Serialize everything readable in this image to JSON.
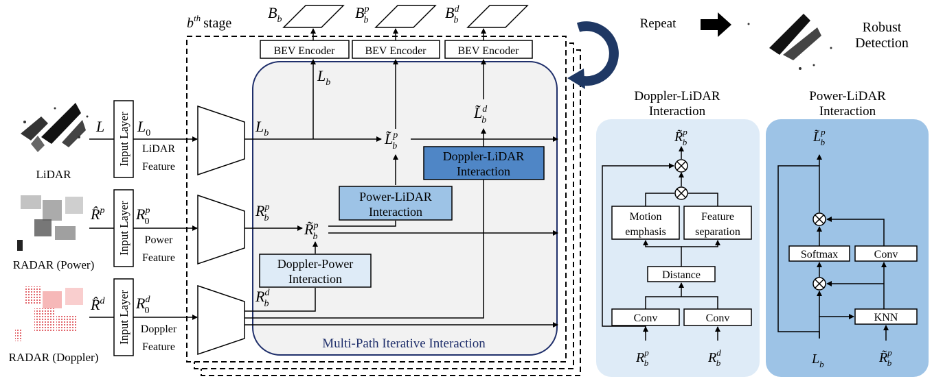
{
  "stage_label": {
    "main": "b",
    "sup": "th",
    "suffix": "stage"
  },
  "repeat_label": "Repeat",
  "robust_detection": {
    "line1": "Robust",
    "line2": "Detection"
  },
  "inputs": {
    "lidar": {
      "caption": "LiDAR",
      "symbol": "L",
      "output": {
        "base": "L",
        "sub": "0"
      },
      "feature_line1": "LiDAR",
      "feature_line2": "Feature"
    },
    "power": {
      "caption": "RADAR (Power)",
      "symbol": {
        "base": "R̂",
        "sup": "p"
      },
      "output": {
        "base": "R",
        "sub": "0",
        "sup": "p"
      },
      "feature_line1": "Power",
      "feature_line2": "Feature"
    },
    "doppler": {
      "caption": "RADAR (Doppler)",
      "symbol": {
        "base": "R̂",
        "sup": "d"
      },
      "output": {
        "base": "R",
        "sub": "0",
        "sup": "d"
      },
      "feature_line1": "Doppler",
      "feature_line2": "Feature"
    }
  },
  "input_layer_label": "Input Layer",
  "bev": {
    "encoder_label": "BEV Encoder",
    "outputs": [
      {
        "base": "B",
        "sub": "b",
        "sup": ""
      },
      {
        "base": "B",
        "sub": "b",
        "sup": "p"
      },
      {
        "base": "B",
        "sub": "b",
        "sup": "d"
      }
    ]
  },
  "symbols": {
    "Lb": {
      "base": "L",
      "sub": "b"
    },
    "Rbp": {
      "base": "R",
      "sub": "b",
      "sup": "p"
    },
    "Rbd": {
      "base": "R",
      "sub": "b",
      "sup": "d"
    },
    "Rtbp": {
      "base": "R̃",
      "sub": "b",
      "sup": "p"
    },
    "Ltbp": {
      "base": "L̃",
      "sub": "b",
      "sup": "p"
    },
    "Ltbd": {
      "base": "L̃",
      "sub": "b",
      "sup": "d"
    }
  },
  "modules": {
    "doppler_lidar": {
      "line1": "Doppler-LiDAR",
      "line2": "Interaction"
    },
    "power_lidar": {
      "line1": "Power-LiDAR",
      "line2": "Interaction"
    },
    "doppler_power": {
      "line1": "Doppler-Power",
      "line2": "Interaction"
    }
  },
  "mpii_label": "Multi-Path Iterative Interaction",
  "panel_dl": {
    "title_line1": "Doppler-LiDAR",
    "title_line2": "Interaction",
    "motion": {
      "line1": "Motion",
      "line2": "emphasis"
    },
    "feature": {
      "line1": "Feature",
      "line2": "separation"
    },
    "distance": "Distance",
    "conv": "Conv"
  },
  "panel_pl": {
    "title_line1": "Power-LiDAR",
    "title_line2": "Interaction",
    "softmax": "Softmax",
    "conv": "Conv",
    "knn": "KNN"
  },
  "colors": {
    "mpii_bg": "#f2f2f2",
    "mpii_border": "#1f2f6b",
    "dl_module": "#4f86c6",
    "pl_module": "#9dc3e6",
    "dp_module": "#deebf7",
    "panel_dl_bg": "#deebf7",
    "panel_pl_bg": "#9dc3e6",
    "repeat_arrow": "#1f3864"
  }
}
